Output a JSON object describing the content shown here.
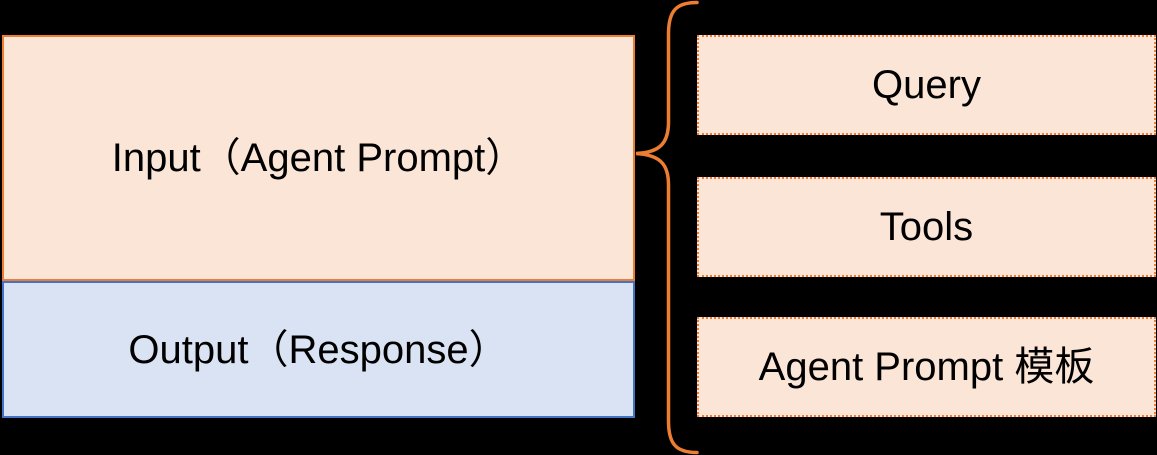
{
  "diagram": {
    "background_color": "#000000",
    "text_color": "#000000",
    "left_column": {
      "input_box": {
        "label": "Input（Agent Prompt）",
        "fill": "#FBE5D6",
        "border_color": "#ED7D31",
        "border_style": "solid"
      },
      "output_box": {
        "label": "Output（Response）",
        "fill": "#DAE3F3",
        "border_color": "#4472C4",
        "border_style": "solid"
      }
    },
    "brace": {
      "shape": "left-opening-curly-brace",
      "color": "#ED7D31"
    },
    "right_column": {
      "fill": "#FBE5D6",
      "border_color": "#ED7D31",
      "border_style": "dotted",
      "items": [
        {
          "label": "Query"
        },
        {
          "label": "Tools"
        },
        {
          "label": "Agent Prompt 模板"
        }
      ]
    }
  }
}
